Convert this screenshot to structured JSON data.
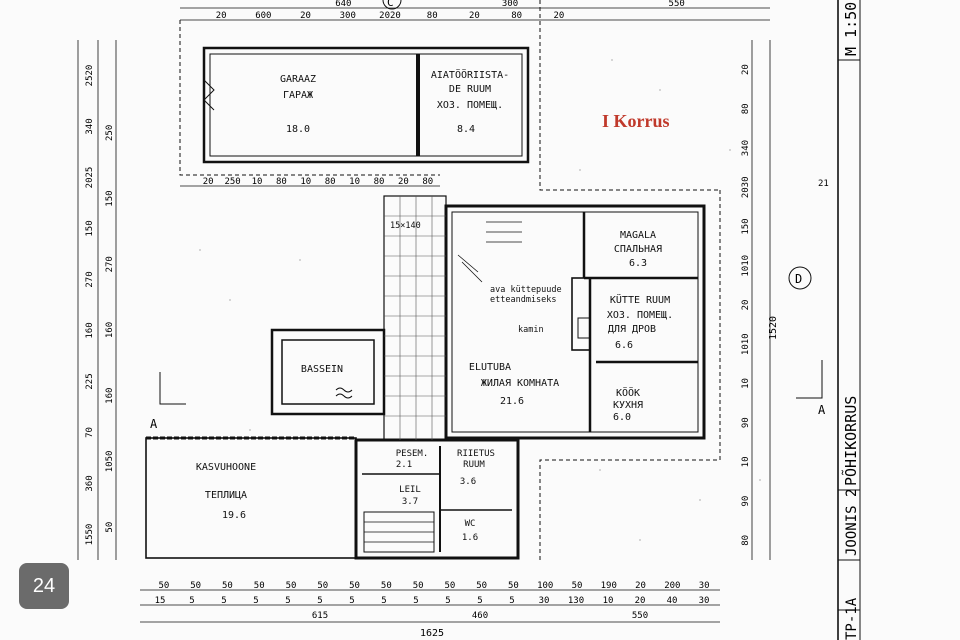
{
  "sheet": {
    "title": "I Korrus",
    "scale": "M 1:50",
    "sheet_code": "TP-1A",
    "drawing_no": "JOONIS 2",
    "floor_name": "PÕHIKORRUS",
    "accent_color": "#c0392b",
    "line_color": "#111111"
  },
  "badge": {
    "number": "24"
  },
  "axes": {
    "top": "C",
    "right": "D",
    "section_left": "A",
    "section_right": "A"
  },
  "rooms": {
    "garage": {
      "name_et": "GARAAZ",
      "name_ru": "ГАРАЖ",
      "area": "18.0"
    },
    "storage": {
      "name_et_1": "AIATÖÖRIISTA-",
      "name_et_2": "DE RUUM",
      "name_ru": "ХОЗ. ПОМЕЩ.",
      "area": "8.4"
    },
    "bedroom": {
      "name_et": "MAGALA",
      "name_ru": "СПАЛЬНАЯ",
      "area": "6.3"
    },
    "boiler": {
      "name_et": "KÜTTE RUUM",
      "name_ru_1": "ХОЗ. ПОМЕЩ.",
      "name_ru_2": "ДЛЯ ДРОВ",
      "area": "6.6"
    },
    "living": {
      "name_et": "ELUTUBA",
      "name_ru": "ЖИЛАЯ КОМНАТА",
      "area": "21.6"
    },
    "kitchen": {
      "name_et": "KÖÖK",
      "name_ru": "КУХНЯ",
      "area": "6.0"
    },
    "pool": {
      "name_et": "BASSEIN"
    },
    "greenhouse": {
      "name_et": "KASVUHOONE",
      "name_ru": "ТЕПЛИЦА",
      "area": "19.6"
    },
    "washroom": {
      "name_et": "PESEM.",
      "area": "2.1"
    },
    "dressing": {
      "name_et_1": "RIIETUS",
      "name_et_2": "RUUM",
      "area": "3.6"
    },
    "sauna": {
      "name_et": "LEIL",
      "area": "3.7"
    },
    "wc": {
      "name_et": "WC",
      "area": "1.6"
    }
  },
  "notes": {
    "stair": "15×140",
    "flue_1": "ava küttepuude",
    "flue_2": "etteandmiseks",
    "fireplace": "kamin"
  },
  "dimensions": {
    "top_row1": [
      "640",
      "300",
      "550"
    ],
    "top_row2": [
      "20",
      "600",
      "20",
      "300",
      "2020",
      "80",
      "20",
      "80",
      "20"
    ],
    "top_row3": [
      "20",
      "250",
      "10",
      "80",
      "10",
      "80",
      "10",
      "80",
      "20",
      "80"
    ],
    "left_row1": [
      "2520",
      "340",
      "2025",
      "150",
      "270",
      "160",
      "225",
      "70",
      "360",
      "1550"
    ],
    "left_row2": [
      "250",
      "150",
      "270",
      "160",
      "160",
      "1050",
      "50"
    ],
    "right_row1": [
      "20",
      "80",
      "340",
      "2030",
      "150",
      "1010",
      "20",
      "1010",
      "10",
      "90",
      "10",
      "90",
      "80"
    ],
    "right_total": "1520",
    "bottom_row1": [
      "50",
      "50",
      "50",
      "50",
      "50",
      "50",
      "50",
      "50",
      "50",
      "50",
      "50",
      "50",
      "100",
      "50",
      "190",
      "20",
      "200",
      "30"
    ],
    "bottom_row2": [
      "15",
      "5",
      "5",
      "5",
      "5",
      "5",
      "5",
      "5",
      "5",
      "5",
      "5",
      "5",
      "30",
      "130",
      "10",
      "20",
      "40",
      "30"
    ],
    "bottom_row3": [
      "615",
      "460",
      "550"
    ],
    "bottom_total": "1625",
    "right_extra": "21"
  }
}
